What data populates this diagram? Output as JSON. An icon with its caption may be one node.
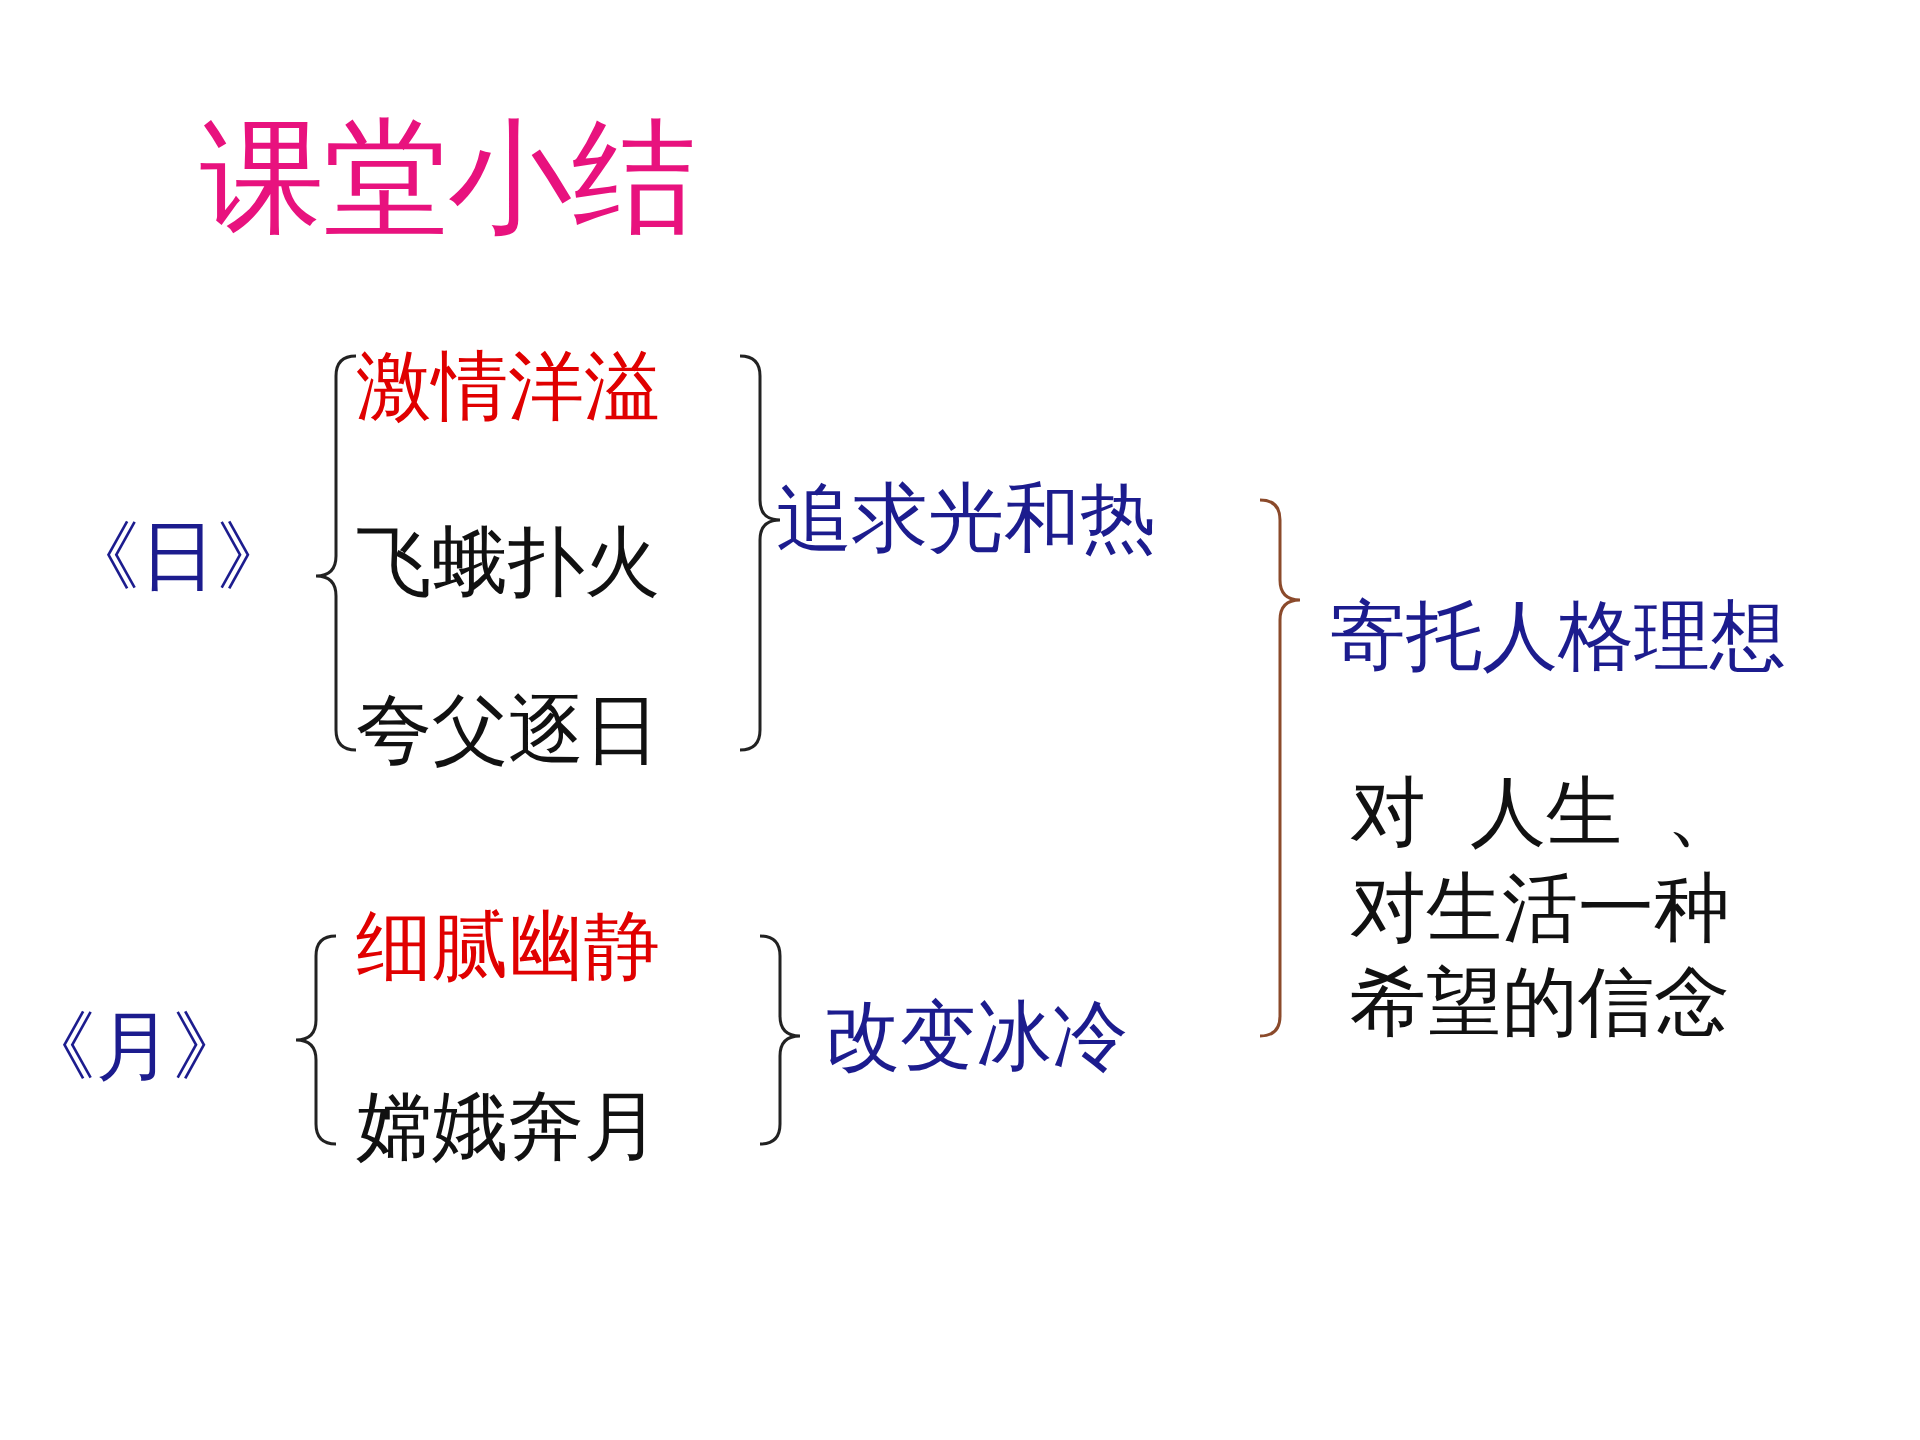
{
  "diagram": {
    "title": "课堂小结",
    "labels": [
      "《日》",
      "激情洋溢",
      "飞蛾扑火",
      "夸父逐日",
      "追求光和热",
      "细腻幽静",
      "嫦娥奔月",
      "《月》",
      "改变冰冷",
      "寄托人格理想",
      "对 人生 、对生活一种希望的信念"
    ]
  }
}
